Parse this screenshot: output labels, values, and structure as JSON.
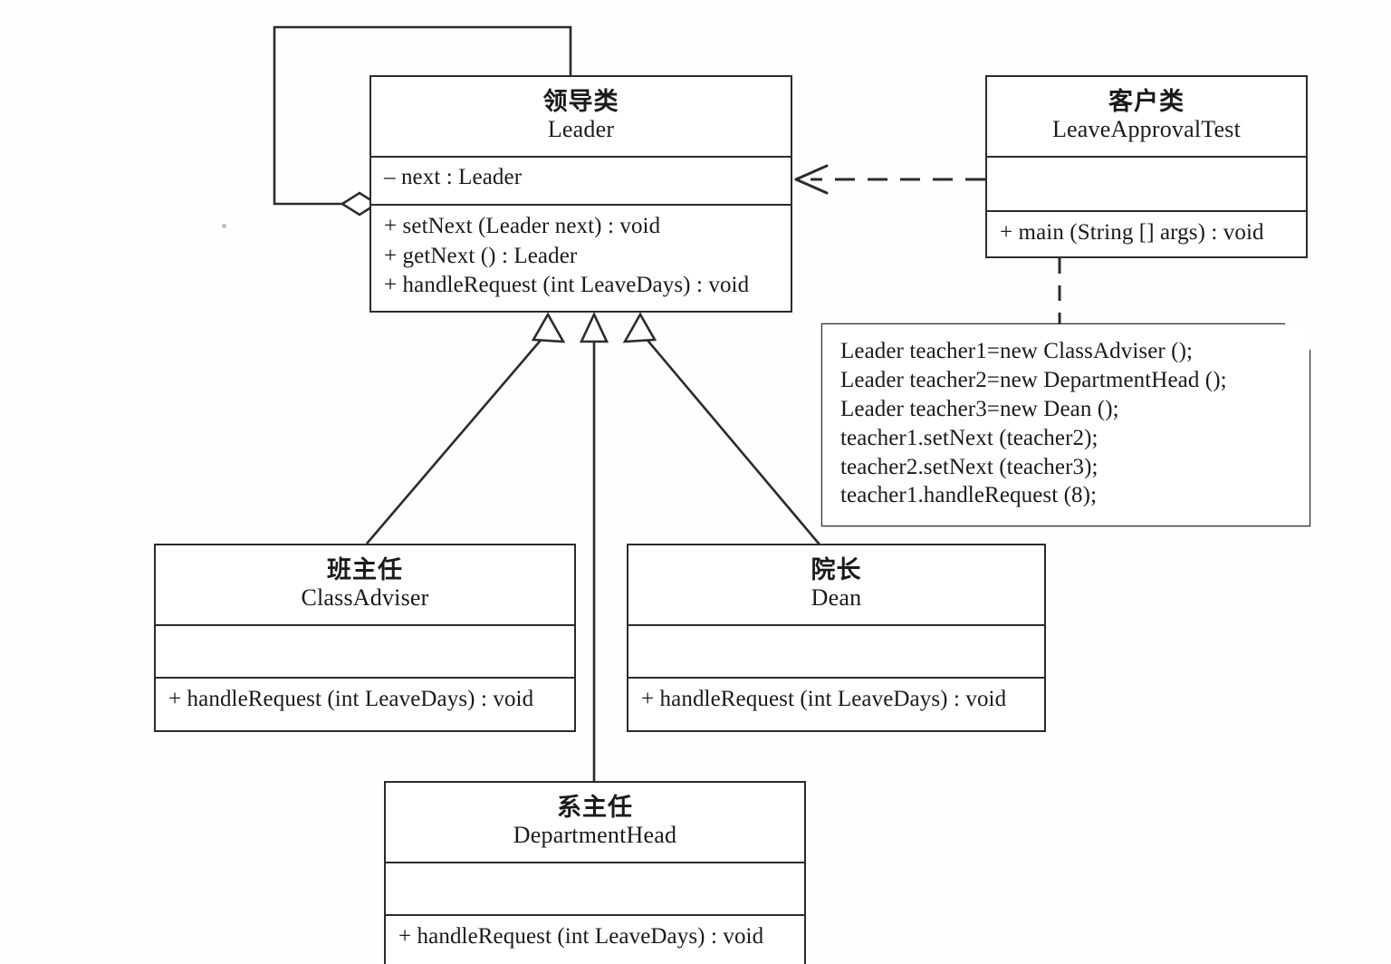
{
  "diagram": {
    "title": "Chain of Responsibility UML class diagram",
    "stroke_color": "#2b2b2b",
    "background_color": "#fefefe"
  },
  "classes": {
    "leader": {
      "name_cn": "领导类",
      "name_en": "Leader",
      "attributes": [
        "– next : Leader"
      ],
      "operations": [
        "+ setNext (Leader next) : void",
        "+ getNext () : Leader",
        "+ handleRequest (int LeaveDays) : void"
      ]
    },
    "client": {
      "name_cn": "客户类",
      "name_en": "LeaveApprovalTest",
      "attributes": [],
      "operations": [
        "+ main (String [] args) : void"
      ]
    },
    "class_adviser": {
      "name_cn": "班主任",
      "name_en": "ClassAdviser",
      "attributes": [],
      "operations": [
        "+ handleRequest (int LeaveDays) : void"
      ]
    },
    "dean": {
      "name_cn": "院长",
      "name_en": "Dean",
      "attributes": [],
      "operations": [
        "+ handleRequest (int LeaveDays) : void"
      ]
    },
    "department_head": {
      "name_cn": "系主任",
      "name_en": "DepartmentHead",
      "attributes": [],
      "operations": [
        "+ handleRequest (int LeaveDays) : void"
      ]
    }
  },
  "note": {
    "lines": [
      "Leader teacher1=new ClassAdviser ();",
      "Leader teacher2=new DepartmentHead ();",
      "Leader teacher3=new Dean ();",
      "teacher1.setNext (teacher2);",
      "teacher2.setNext (teacher3);",
      "teacher1.handleRequest (8);"
    ]
  },
  "relations": {
    "self_aggregation": "aggregation-loop-leader-next",
    "dependency": "client-depends-on-leader",
    "note_anchor": "client-to-note",
    "generalizations": [
      "class-adviser-extends-leader",
      "department-head-extends-leader",
      "dean-extends-leader"
    ]
  }
}
